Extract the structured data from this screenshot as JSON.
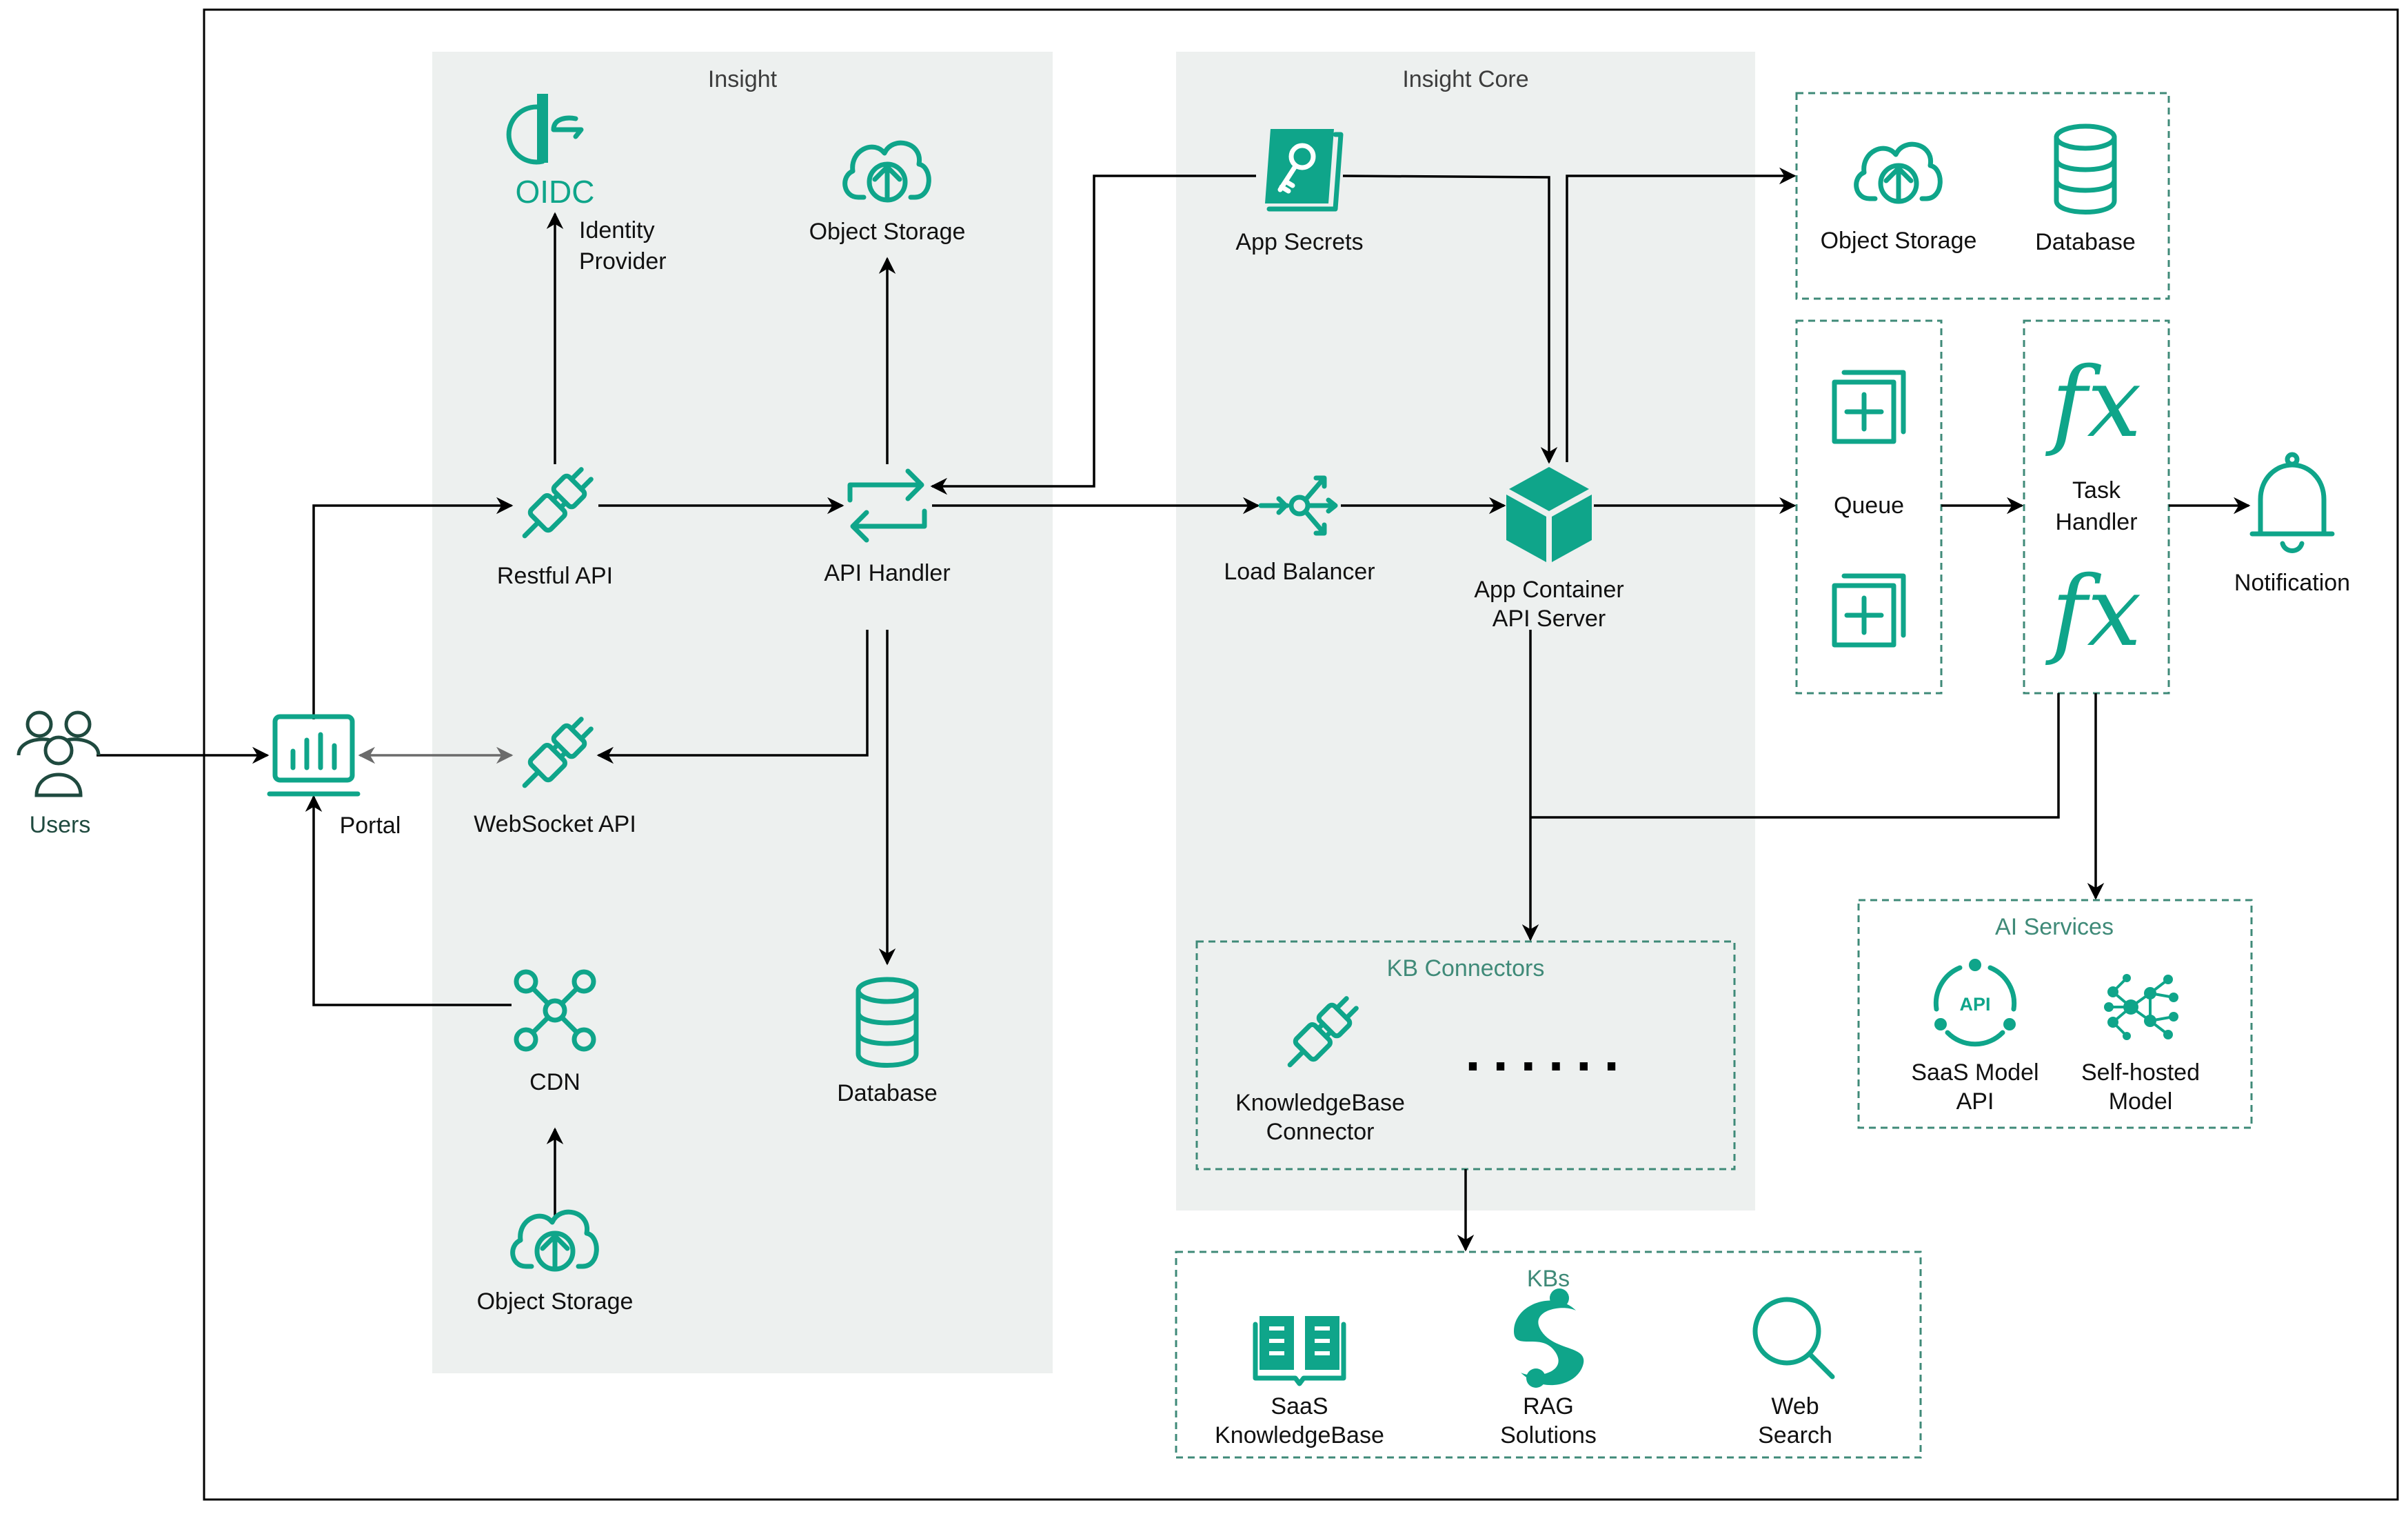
{
  "groups": {
    "insight": "Insight",
    "insight_core": "Insight Core",
    "kb_connectors": "KB Connectors",
    "kbs": "KBs",
    "ai_services": "AI Services"
  },
  "nodes": {
    "users": "Users",
    "portal": "Portal",
    "oidc_logo": "OIDC",
    "identity_provider_1": "Identity",
    "identity_provider_2": "Provider",
    "object_storage_insight": "Object Storage",
    "restful_api": "Restful API",
    "api_handler": "API Handler",
    "websocket_api": "WebSocket API",
    "cdn": "CDN",
    "database_insight": "Database",
    "object_storage_cdn": "Object Storage",
    "app_secrets": "App Secrets",
    "load_balancer": "Load Balancer",
    "app_container_1": "App Container",
    "app_container_2": "API Server",
    "object_storage_core": "Object Storage",
    "database_core": "Database",
    "queue": "Queue",
    "task_handler_1": "Task",
    "task_handler_2": "Handler",
    "notification": "Notification",
    "kb_connector_1": "KnowledgeBase",
    "kb_connector_2": "Connector",
    "kb_more": "......",
    "saas_model_1": "SaaS Model",
    "saas_model_2": "API",
    "api_badge": "API",
    "self_hosted_1": "Self-hosted",
    "self_hosted_2": "Model",
    "saas_kb_1": "SaaS",
    "saas_kb_2": "KnowledgeBase",
    "rag_1": "RAG",
    "rag_2": "Solutions",
    "web_search_1": "Web",
    "web_search_2": "Search",
    "fx_1": "fx",
    "fx_2": "fx"
  },
  "colors": {
    "accent": "#0fa58a",
    "panel": "#edf0ef",
    "dashed_border": "#3f8a78",
    "edge": "#000000"
  },
  "icons": {
    "users": "users-icon",
    "portal": "monitor-chart-icon",
    "identity_provider": "oidc-icon",
    "object_storage": "cloud-upload-icon",
    "restful_api": "plug-icon",
    "websocket_api": "plug-icon",
    "api_handler": "arrows-exchange-icon",
    "cdn": "network-hub-icon",
    "database": "database-icon",
    "app_secrets": "key-book-icon",
    "load_balancer": "load-balancer-icon",
    "app_container": "cube-icon",
    "queue": "queue-icon",
    "task_handler": "function-icon",
    "notification": "bell-icon",
    "kb_connector": "plug-icon",
    "saas_model": "api-cycle-icon",
    "self_hosted": "neural-network-icon",
    "saas_kb": "open-book-icon",
    "rag": "rag-s-icon",
    "web_search": "magnifier-icon"
  }
}
